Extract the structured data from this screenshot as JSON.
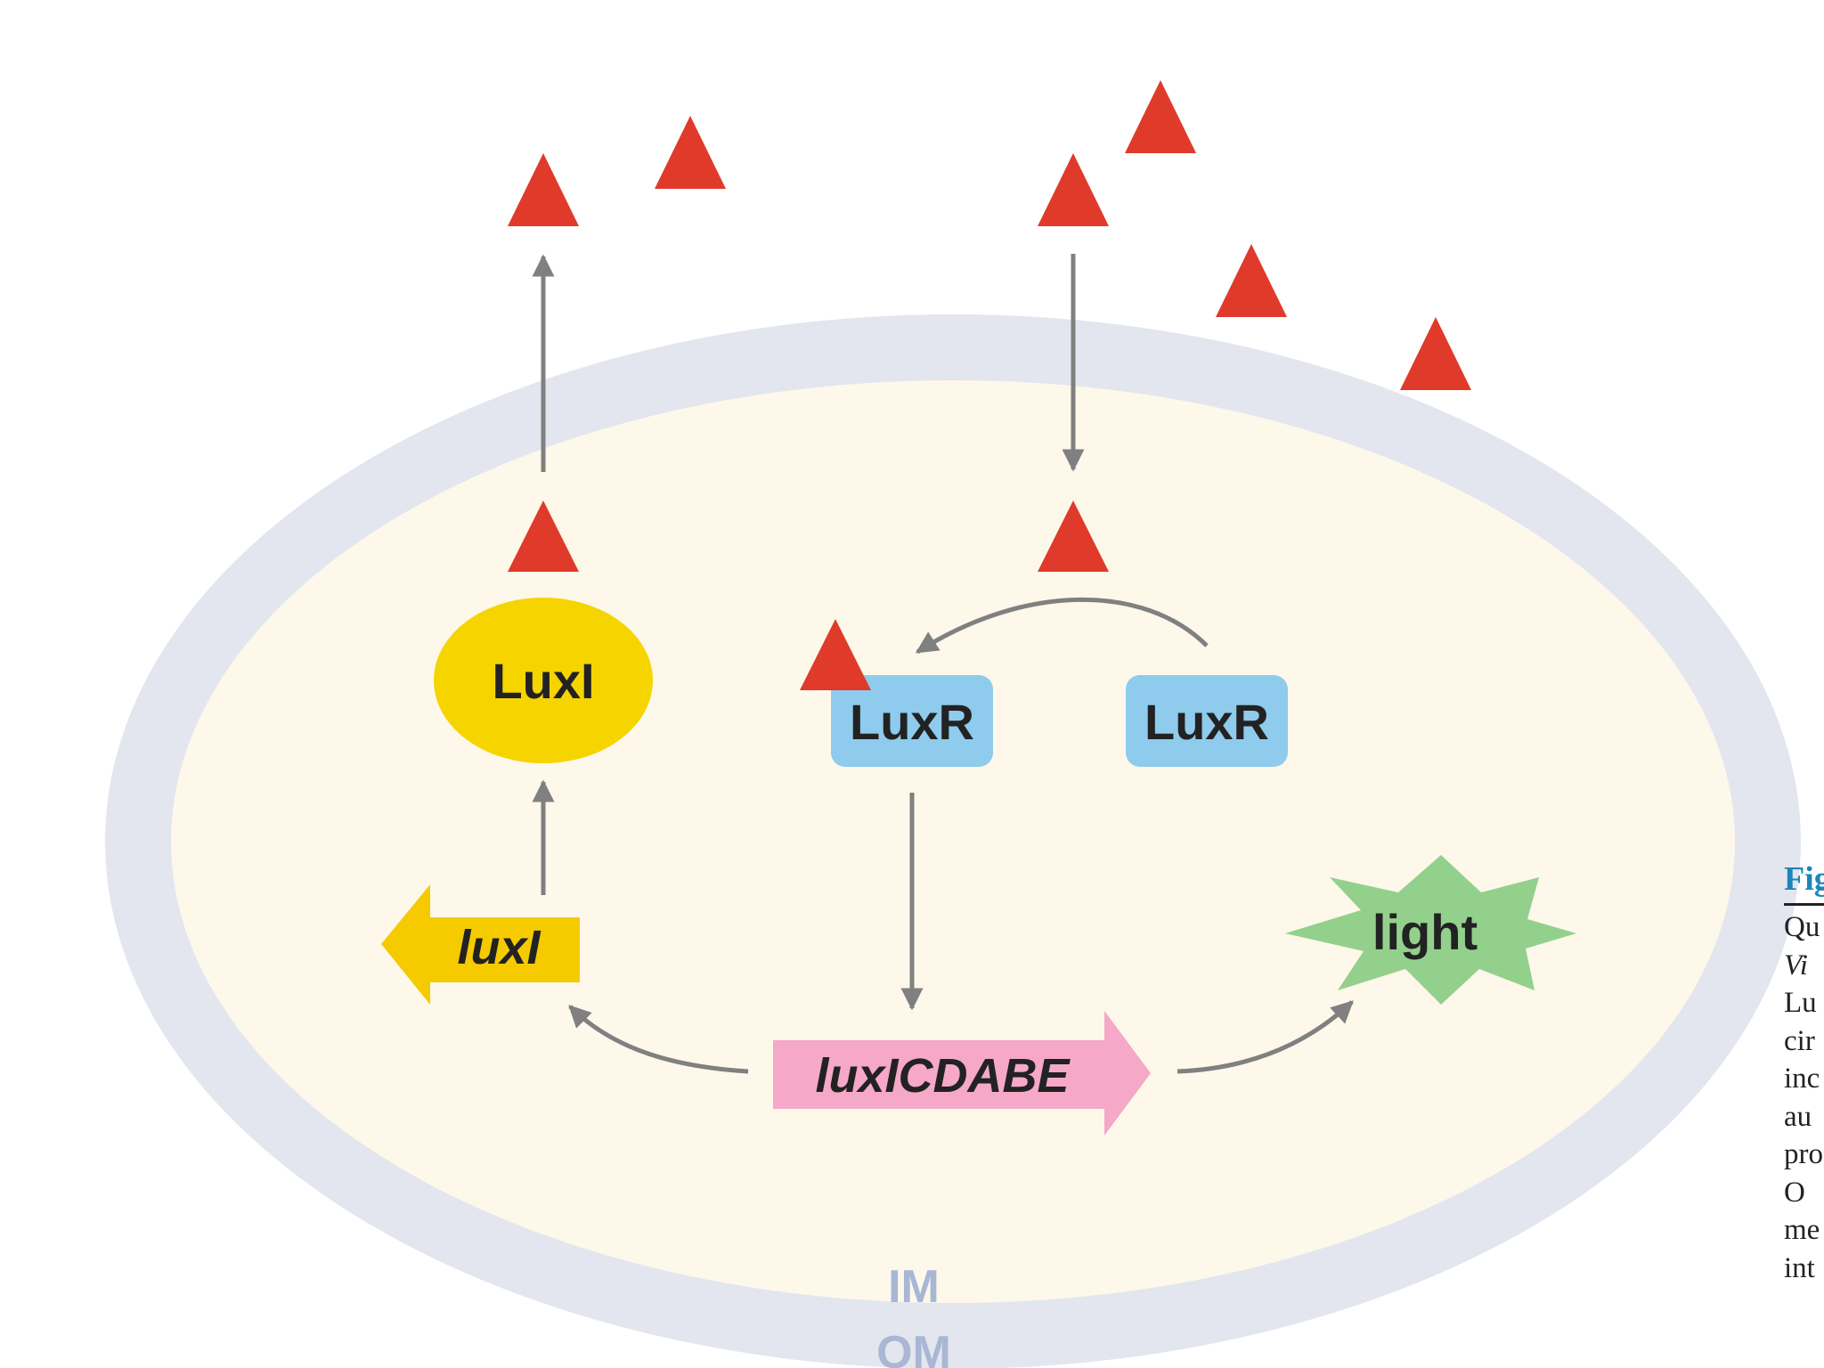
{
  "labels": {
    "luxi_protein": "LuxI",
    "luxr_bound": "LuxR",
    "luxr_free": "LuxR",
    "luxi_gene": "luxI",
    "operon": "luxICDABE",
    "light": "light",
    "im": "IM",
    "om": "OM"
  },
  "caption": {
    "title": "Fig",
    "lines": [
      "Qu",
      "Vi",
      "Lu",
      "cir",
      "inc",
      "au",
      "pro",
      "O",
      "me",
      "int"
    ]
  },
  "colors": {
    "autoinducer": "#e03a2b",
    "luxi_protein": "#f6d400",
    "luxr": "#8ecbed",
    "luxi_gene": "#f5cb00",
    "operon": "#f5a8c7",
    "light": "#93d08c",
    "cytoplasm": "#fdf8ea",
    "membrane": "#e3e6ef",
    "arrow": "#808080",
    "caption_title": "#1b86b8"
  }
}
